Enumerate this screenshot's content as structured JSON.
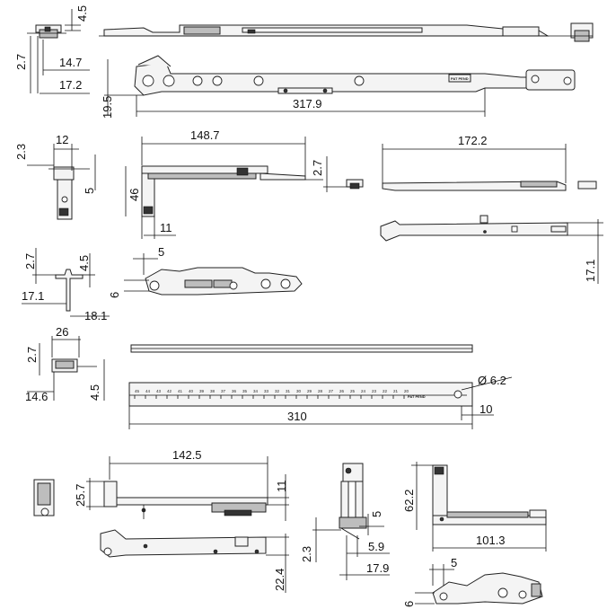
{
  "dimensions": {
    "d_4_5_top": "4.5",
    "d_2_7_a": "2.7",
    "d_14_7": "14.7",
    "d_17_2": "17.2",
    "d_19_5": "19.5",
    "d_317_9": "317.9",
    "d_2_3_a": "2.3",
    "d_12": "12",
    "d_5_a": "5",
    "d_148_7": "148.7",
    "d_46": "46",
    "d_11_a": "11",
    "d_2_7_b": "2.7",
    "d_172_2": "172.2",
    "d_17_1_right": "17.1",
    "d_2_7_c": "2.7",
    "d_4_5_b": "4.5",
    "d_17_1_left": "17.1",
    "d_18_1": "18.1",
    "d_5_b": "5",
    "d_6_a": "6",
    "d_26": "26",
    "d_2_7_d": "2.7",
    "d_14_6": "14.6",
    "d_4_5_c": "4.5",
    "d_dia_6_2": "Ø 6.2",
    "d_310": "310",
    "d_10": "10",
    "d_142_5": "142.5",
    "d_25_7": "25.7",
    "d_11_b": "11",
    "d_22_4": "22.4",
    "d_5_c": "5",
    "d_2_3_b": "2.3",
    "d_5_9": "5.9",
    "d_17_9": "17.9",
    "d_62_2": "62.2",
    "d_101_3": "101.3",
    "d_5_d": "5",
    "d_6_b": "6"
  },
  "stamps": {
    "pat_pend": "PAT PEND"
  },
  "ruler_marks": [
    "45",
    "44",
    "43",
    "42",
    "41",
    "40",
    "39",
    "38",
    "37",
    "36",
    "35",
    "34",
    "33",
    "32",
    "31",
    "30",
    "29",
    "28",
    "27",
    "26",
    "25",
    "24",
    "23",
    "22",
    "21",
    "20"
  ]
}
